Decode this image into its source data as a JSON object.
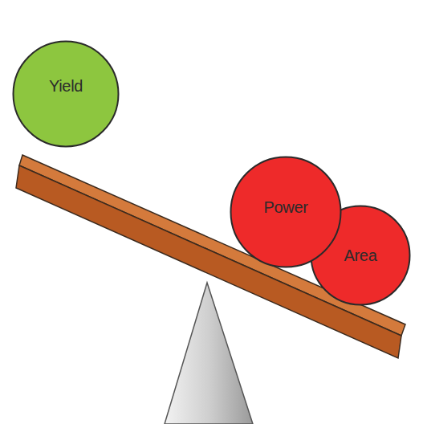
{
  "diagram": {
    "nodes": [
      {
        "text": [
          "Yield"
        ]
      },
      {
        "text": [
          "Power"
        ]
      },
      {
        "text": [
          "Area"
        ]
      }
    ]
  }
}
